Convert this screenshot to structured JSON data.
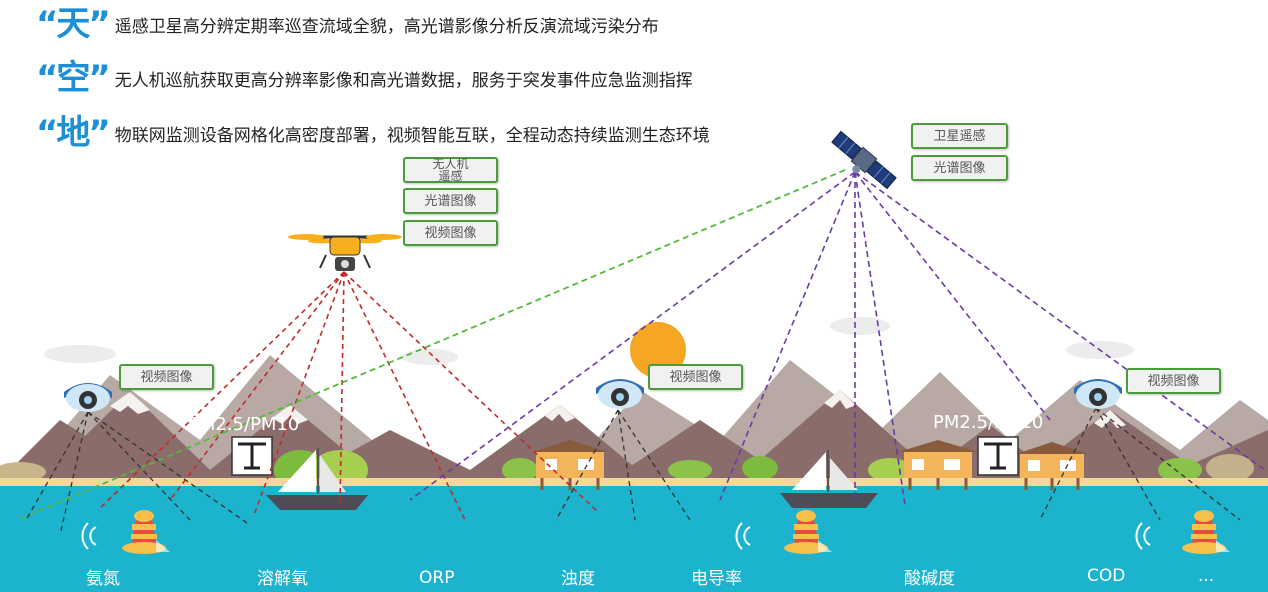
{
  "slogans": [
    {
      "mark": "“天”",
      "text": "遥感卫星高分辨定期率巡查流域全貌，高光谱影像分析反演流域污染分布"
    },
    {
      "mark": "“空”",
      "text": "无人机巡航获取更高分辨率影像和高光谱数据，服务于突发事件应急监测指挥"
    },
    {
      "mark": "“地”",
      "text": "物联网监测设备网格化高密度部署，视频智能互联，全程动态持续监测生态环境"
    }
  ],
  "satellite_tags": [
    "卫星遥感",
    "光谱图像"
  ],
  "drone_tags": [
    "无人机\n遥感",
    "光谱图像",
    "视频图像"
  ],
  "camera_tags": [
    "视频图像",
    "视频图像",
    "视频图像"
  ],
  "pm_labels": [
    "PM2.5/PM10",
    "PM2.5/PM10"
  ],
  "sensors": [
    "氨氮",
    "溶解氧",
    "ORP",
    "浊度",
    "电导率",
    "酸碱度",
    "COD",
    "..."
  ],
  "colors": {
    "accent": "#1c8fd6",
    "water": "#1bb3cd",
    "tag_border": "#4b9b3c",
    "drone_lines": "#c22a2a",
    "satellite_lines": "#6a3aa8",
    "link_line": "#55b83a"
  },
  "icons": [
    "satellite-icon",
    "drone-icon",
    "camera-icon",
    "buoy-icon",
    "sailboat-icon",
    "stilt-house-icon",
    "air-station-icon",
    "sun-icon"
  ]
}
